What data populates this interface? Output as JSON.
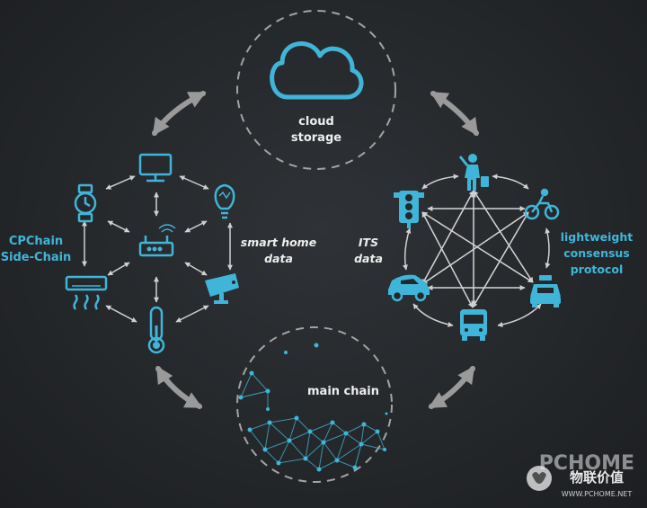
{
  "colors": {
    "background": "#27292c",
    "icon_blue": "#3fb6d9",
    "text_white": "#eeeeee",
    "text_blue": "#3fb6d9",
    "arrow_gray": "#9a9a9a",
    "dashed_circle": "#9a9a9a"
  },
  "cloud": {
    "line1": "cloud",
    "line2": "storage"
  },
  "main_chain": {
    "label": "main chain"
  },
  "side_chain": {
    "line1": "CPChain",
    "line2": "Side-Chain"
  },
  "smart_home": {
    "line1": "smart home",
    "line2": "data"
  },
  "its": {
    "line1": "ITS",
    "line2": "data"
  },
  "consensus": {
    "line1": "lightweight",
    "line2": "consensus",
    "line3": "protocol"
  },
  "watermark": {
    "brand": "PCHOME",
    "chinese": "物联价值",
    "url": "WWW.PCHOME.NET"
  },
  "icons": {
    "home": [
      "tv-icon",
      "watch-icon",
      "lightbulb-icon",
      "router-icon",
      "air-conditioner-icon",
      "security-camera-icon",
      "thermometer-icon"
    ],
    "transport": [
      "pedestrian-icon",
      "traffic-light-icon",
      "bicycle-icon",
      "car-icon",
      "taxi-icon",
      "bus-icon"
    ]
  }
}
